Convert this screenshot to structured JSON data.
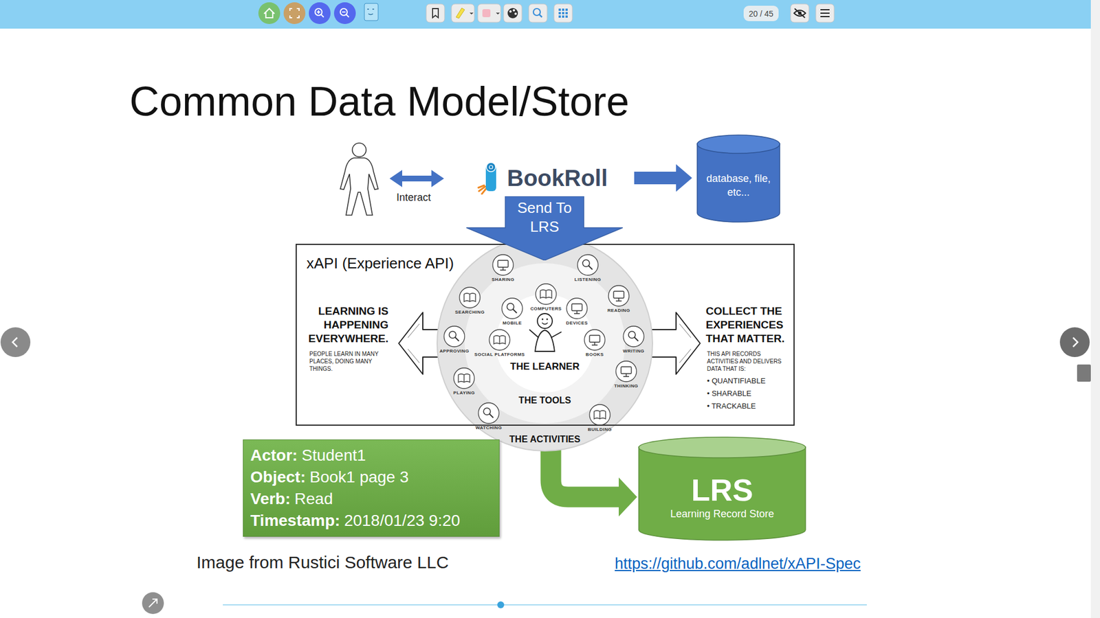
{
  "diagram": {
    "title": "Common Data Model/Store",
    "caption": "Image from Rustici Software LLC",
    "nodes": [
      {
        "text": [
          "20 / 45"
        ]
      },
      {
        "text": [
          "BookRoll"
        ]
      },
      {
        "text": [
          "database, file, etc..."
        ]
      },
      {
        "text": [
          "Send To LRS"
        ]
      },
      {
        "text": [
          "xAPI (Experience API)"
        ]
      },
      {
        "text": [
          "Actor:",
          "Student1",
          "Object:",
          "Book1 page 3",
          "Verb:",
          "Read",
          "Timestamp:",
          "2018/01/23 9:20"
        ]
      },
      {
        "text": [
          "LRS",
          "Learning Record Store"
        ]
      }
    ],
    "edges": [
      {
        "from": 1,
        "to": 2,
        "arrow": "to"
      },
      {
        "from": 4,
        "to": 6,
        "arrow": "to"
      }
    ],
    "labels": [
      "Interact",
      "LEARNING IS HAPPENING EVERYWHERE.",
      "PEOPLE LEARN IN MANY PLACES, DOING MANY THINGS.",
      "SHARING",
      "LISTENING",
      "SEARCHING",
      "READING",
      "MOBILE",
      "COMPUTERS",
      "DEVICES",
      "APPROVING",
      "SOCIAL PLATFORMS",
      "BOOKS",
      "WRITING",
      "THE LEARNER",
      "PLAYING",
      "THINKING",
      "THE TOOLS",
      "WATCHING",
      "BUILDING",
      "THE ACTIVITIES",
      "COLLECT THE EXPERIENCES THAT MATTER.",
      "THIS API RECORDS ACTIVITIES AND DELIVERS DATA THAT IS:",
      "• QUANTIFIABLE",
      "• SHARABLE",
      "• TRACKABLE",
      "https://github.com/adlnet/xAPI-Spec"
    ]
  }
}
